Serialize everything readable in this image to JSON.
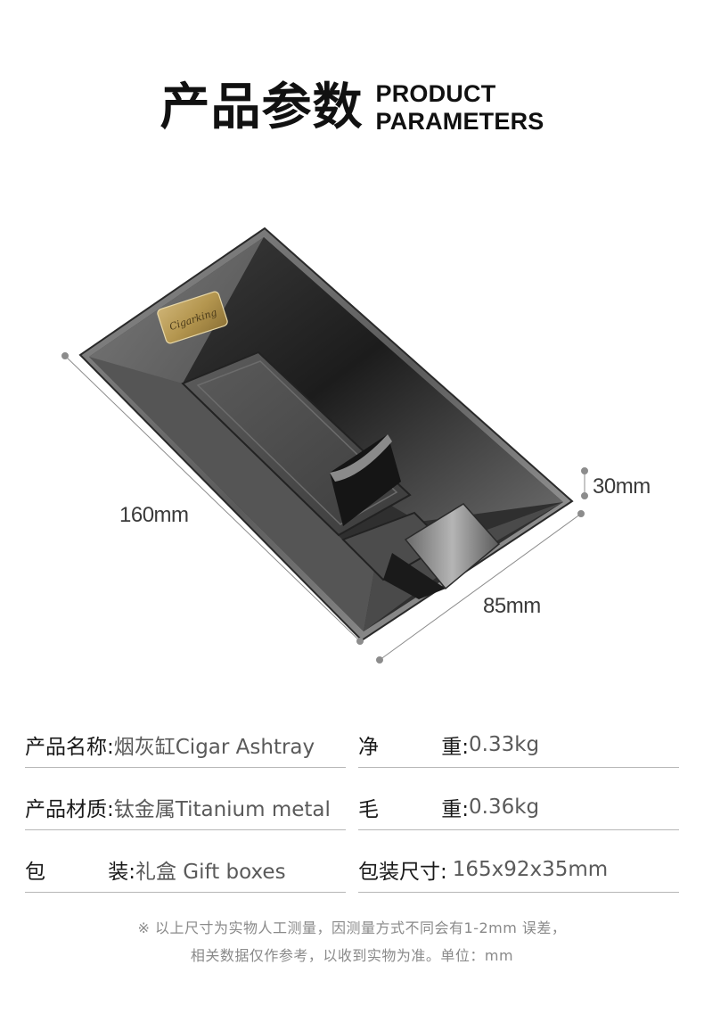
{
  "header": {
    "title_cn": "产品参数",
    "title_en_line1": "PRODUCT",
    "title_en_line2": "PARAMETERS"
  },
  "product_image": {
    "description": "Rectangular antique-silver titanium cigar ashtray with gold brand plate and single cigar rest",
    "brand_plate_text": "Cigarking",
    "colors": {
      "metal_dark": "#1e1e1e",
      "metal_mid": "#4a4a4a",
      "metal_light": "#9a9a9a",
      "plate_gold": "#b89a5a"
    },
    "dimensions": {
      "length": "160mm",
      "width": "85mm",
      "height": "30mm"
    }
  },
  "specs": {
    "left": [
      {
        "label": "产品名称:",
        "value": "烟灰缸Cigar Ashtray"
      },
      {
        "label": "产品材质:",
        "value": "钛金属Titanium metal"
      },
      {
        "label_a": "包",
        "label_b": "装:",
        "value": "礼盒 Gift boxes"
      }
    ],
    "right": [
      {
        "label_a": "净",
        "label_b": "重:",
        "value": "0.33kg"
      },
      {
        "label_a": "毛",
        "label_b": "重:",
        "value": "0.36kg"
      },
      {
        "label": "包装尺寸:",
        "value": "165x92x35mm"
      }
    ]
  },
  "note": {
    "line1": "※ 以上尺寸为实物人工测量，因测量方式不同会有1-2mm 误差，",
    "line2": "相关数据仅作参考，以收到实物为准。单位：mm"
  },
  "colors": {
    "title": "#111111",
    "label": "#1a1a1a",
    "value": "#5a5a5a",
    "divider": "#b7b7b7",
    "note": "#8a8a8a",
    "dimension_line": "#8c8c8c"
  }
}
